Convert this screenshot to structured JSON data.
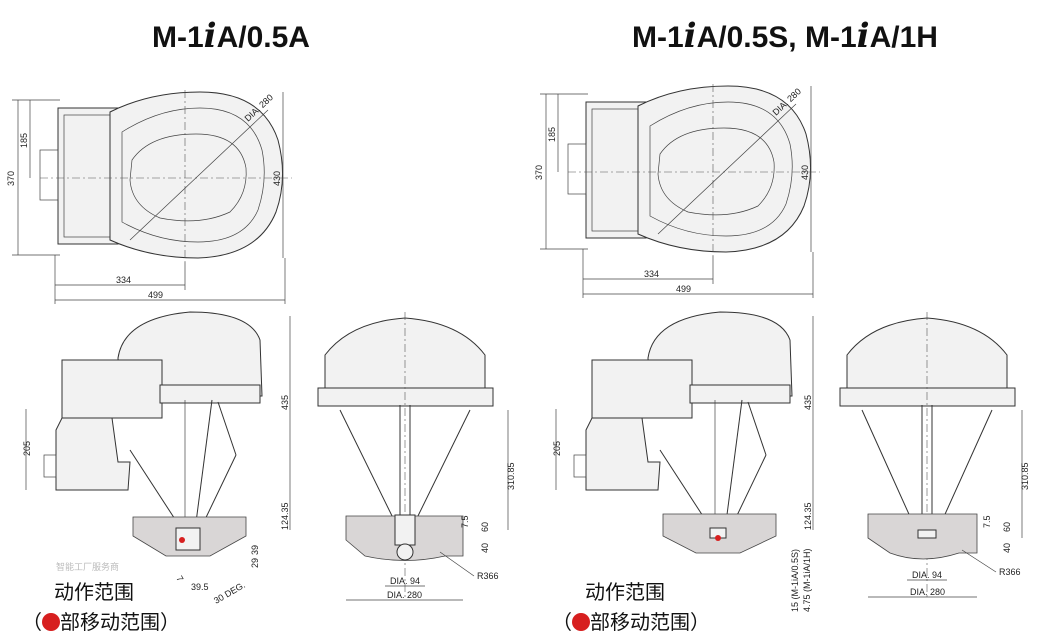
{
  "left_panel": {
    "title_prefix": "M-1",
    "title_i": "i",
    "title_suffix": "A/0.5A",
    "top_view": {
      "dim_185": "185",
      "dim_370": "370",
      "dim_430": "430",
      "dia": "DIA. 280",
      "dim_334": "334",
      "dim_499": "499"
    },
    "side_view": {
      "dim_205": "205",
      "dim_435": "435",
      "dim_124": "124.35",
      "dim_39": "39",
      "dim_29": "29",
      "dim_7": "7",
      "dim_39_5": "39.5",
      "angle": "30 DEG."
    },
    "front_view": {
      "dim_310": "310.85",
      "dim_7_5": "7.5",
      "dim_60": "60",
      "dim_40": "40",
      "r": "R366",
      "dia94": "DIA. 94",
      "dia280": "DIA. 280"
    },
    "legend_line1": "动作范围",
    "legend_line2_open": "（",
    "legend_line2_text": "部移动范围）"
  },
  "right_panel": {
    "title": "M-1",
    "title_i1": "i",
    "title_mid": "A/0.5S, M-1",
    "title_i2": "i",
    "title_end": "A/1H",
    "top_view": {
      "dim_185": "185",
      "dim_370": "370",
      "dim_430": "430",
      "dia": "DIA. 280",
      "dim_334": "334",
      "dim_499": "499"
    },
    "side_view": {
      "dim_205": "205",
      "dim_435": "435",
      "dim_124": "124.35",
      "note_05s": "15 (M-1iA/0.5S)",
      "note_1h": "4.75 (M-1iA/1H)"
    },
    "front_view": {
      "dim_310": "310.85",
      "dim_7_5": "7.5",
      "dim_60": "60",
      "dim_40": "40",
      "r": "R366",
      "dia94": "DIA. 94",
      "dia280": "DIA. 280"
    },
    "legend_line1": "动作范围",
    "legend_line2_open": "（",
    "legend_line2_text": "部移动范围）"
  },
  "watermark": "智能工厂服务商",
  "colors": {
    "highlight": "#d71f1f",
    "range_fill": "#d9d6d6"
  }
}
